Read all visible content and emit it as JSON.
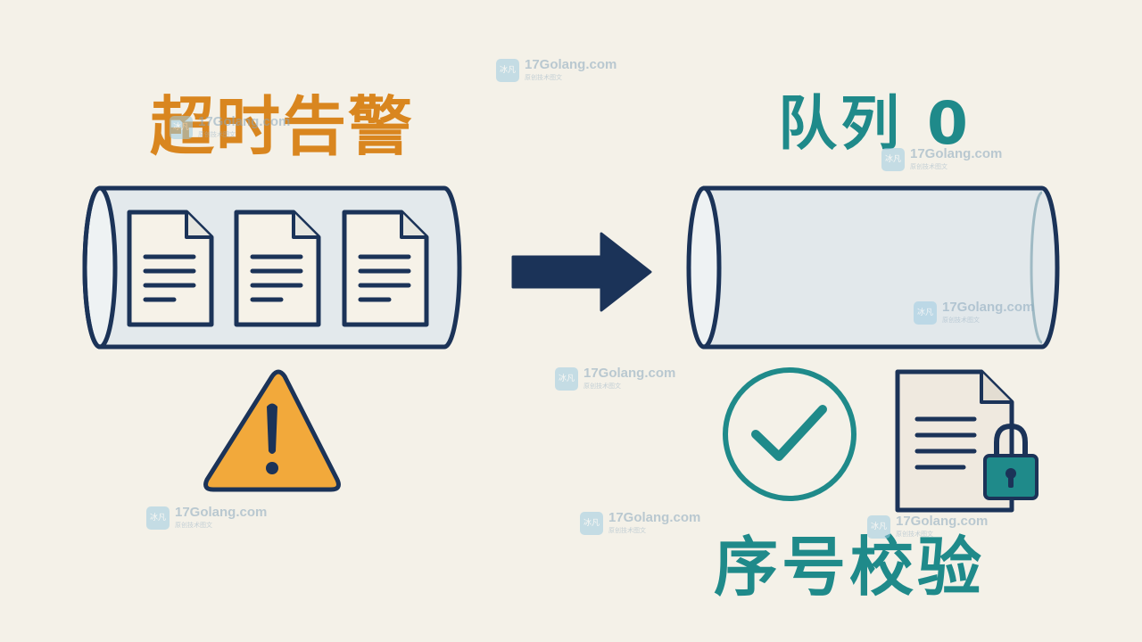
{
  "left_label": "超时告警",
  "right_label": "队列 0",
  "bottom_label": "序号校验",
  "watermark": {
    "badge": "冰凡",
    "text": "17Golang.com",
    "subtext": "原创技术图文"
  },
  "colors": {
    "background": "#f4f1e8",
    "orange_label": "#d9861f",
    "teal_label": "#1f8a8a",
    "navy_outline": "#1b3358",
    "warning_fill": "#f2a93b",
    "tube_fill": "#e3e9ec"
  },
  "icons": [
    "document-icon",
    "document-icon",
    "document-icon",
    "arrow-right-icon",
    "warning-icon",
    "check-circle-icon",
    "locked-document-icon"
  ]
}
